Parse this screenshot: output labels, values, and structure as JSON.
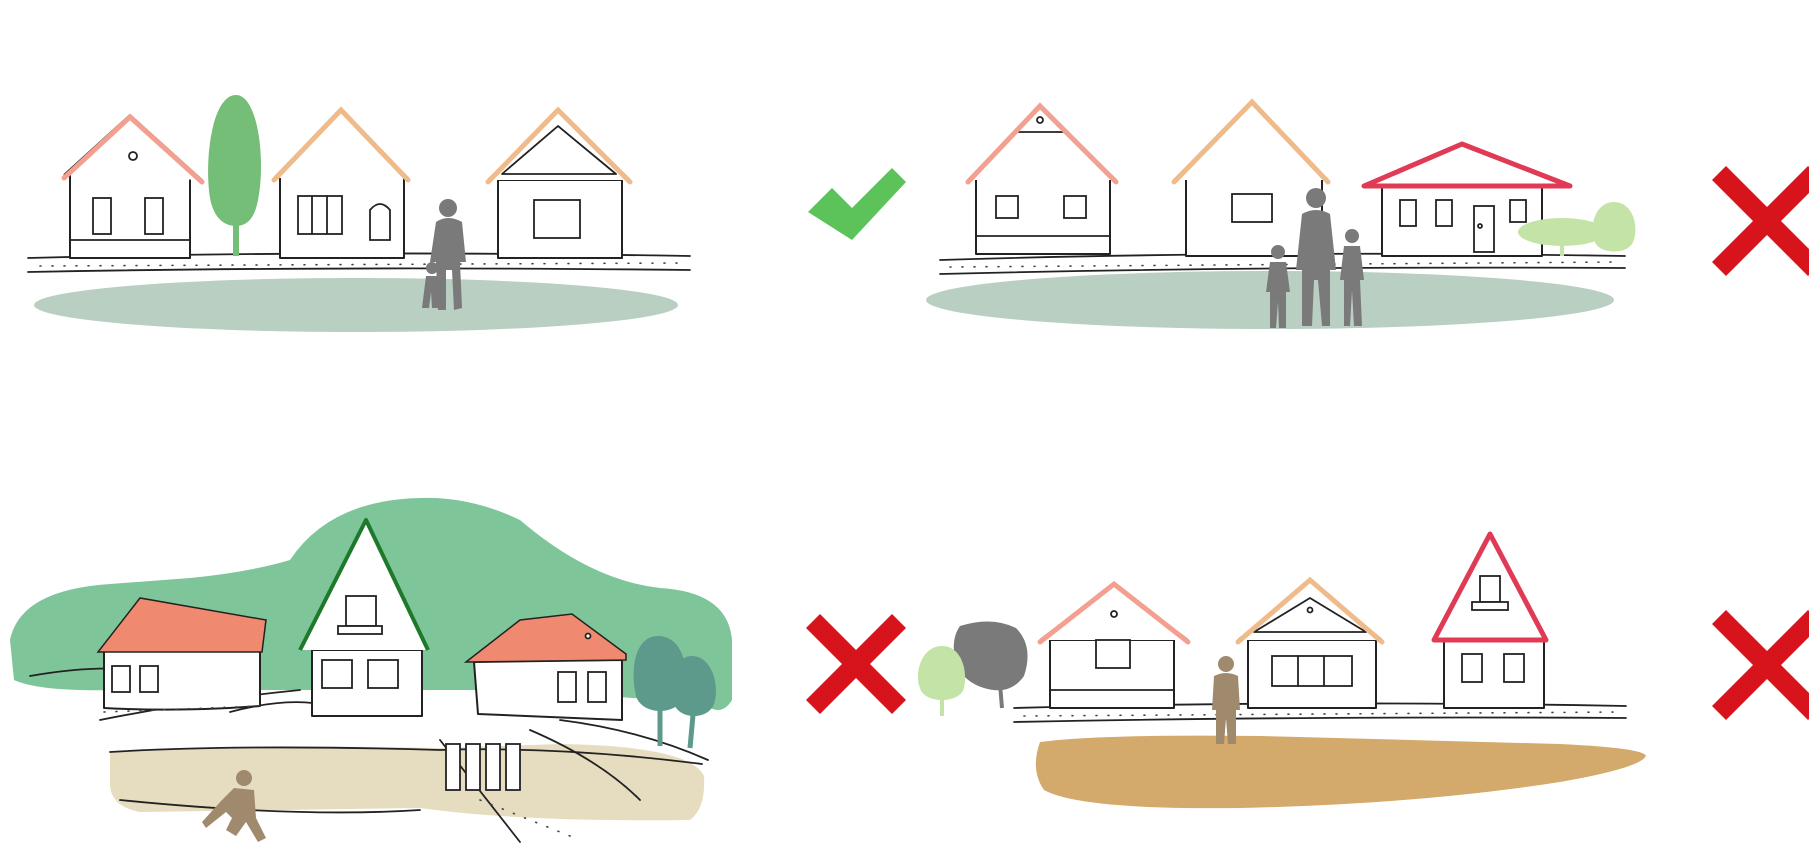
{
  "colors": {
    "background": "#ffffff",
    "approved_mark": "#5cc35a",
    "rejected_mark": "#d7141c",
    "ground_green": "#b8cfc2",
    "ground_ochre": "#d4aa6c",
    "ground_sand": "#e6dcc0",
    "hill_green": "#7fc59a",
    "roof_pink": "#f4a090",
    "roof_peach": "#f0bb8a",
    "roof_terracotta": "#ef8a70",
    "roof_red": "#e03a55",
    "roof_darkgreen": "#1e7a2a",
    "tree_green": "#74be78",
    "tree_light": "#c4e3a6",
    "tree_teal": "#5d9a8b",
    "tree_grey": "#7a7a7a",
    "person_grey": "#7a7a7a",
    "person_brown": "#a08a6e"
  },
  "scenes": [
    {
      "id": "scene-1",
      "verdict": "approved",
      "verdict_icon": "checkmark-icon"
    },
    {
      "id": "scene-2",
      "verdict": "rejected",
      "verdict_icon": "x-mark-icon"
    },
    {
      "id": "scene-3",
      "verdict": "rejected",
      "verdict_icon": "x-mark-icon"
    },
    {
      "id": "scene-4",
      "verdict": "rejected",
      "verdict_icon": "x-mark-icon"
    }
  ]
}
